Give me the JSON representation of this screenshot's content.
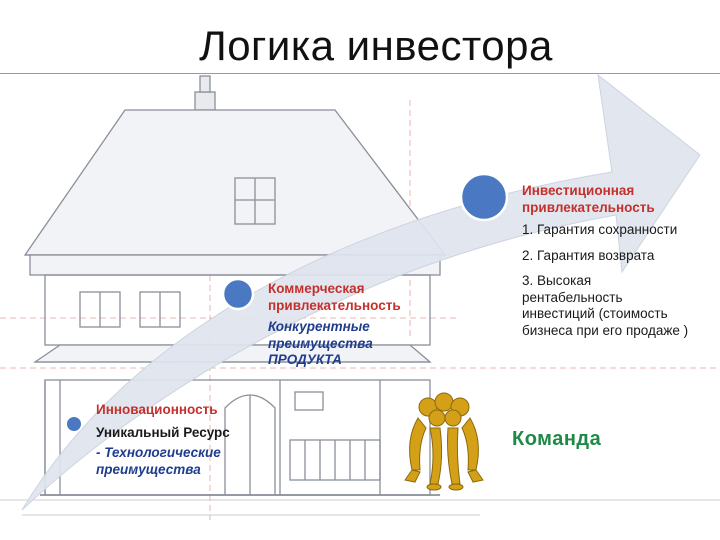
{
  "slide": {
    "title": "Логика инвестора"
  },
  "steps": [
    {
      "heading_lines": [
        "Инновационность"
      ],
      "lines": [
        {
          "style": "black-bold",
          "text": "Уникальный Ресурс"
        },
        {
          "style": "blue-italic",
          "text": "- Технологические"
        },
        {
          "style": "blue-italic",
          "text": "преимущества"
        }
      ]
    },
    {
      "heading_lines": [
        "Коммерческая",
        "привлекательность"
      ],
      "lines": [
        {
          "style": "blue-italic",
          "text": "Конкурентные"
        },
        {
          "style": "blue-italic",
          "text": "преимущества"
        },
        {
          "style": "blue-italic",
          "text": "ПРОДУКТА"
        }
      ]
    },
    {
      "heading_lines": [
        "Инвестиционная",
        "привлекательность"
      ],
      "lines": [
        {
          "style": "plain",
          "text": "1. Гарантия сохранности"
        },
        {
          "style": "plain",
          "text": "2. Гарантия возврата"
        },
        {
          "style": "plain",
          "text": "3. Высокая"
        },
        {
          "style": "plain",
          "text": "рентабельность"
        },
        {
          "style": "plain",
          "text": "инвестиций (стоимость"
        },
        {
          "style": "plain",
          "text": "бизнеса при его продаже )"
        }
      ]
    }
  ],
  "team_label": "Команда",
  "colors": {
    "heading": "#c4302b",
    "blue_text": "#1f3d8c",
    "team": "#1f8a47",
    "arrow_fill": "#dfe4ee",
    "marker": "#4a78c2",
    "house_lines": "#8a8f99",
    "figures": "#d4a017"
  },
  "icons": [
    "house-blueprint",
    "curved-arrow",
    "step-marker",
    "team-figures-icon"
  ]
}
